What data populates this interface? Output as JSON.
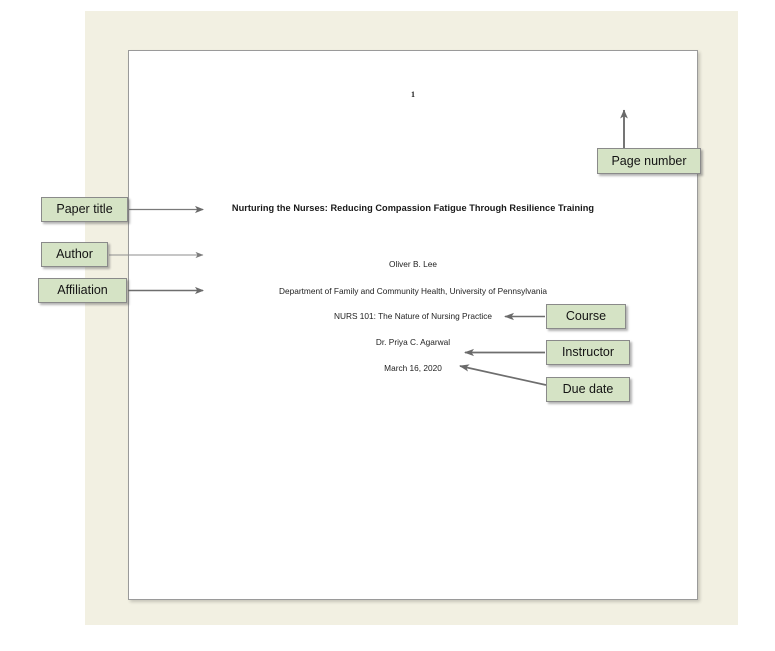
{
  "page": {
    "number": "1",
    "title": "Nurturing the Nurses: Reducing Compassion Fatigue Through Resilience Training",
    "author": "Oliver B. Lee",
    "affiliation": "Department of Family and Community Health, University of Pennsylvania",
    "course": "NURS 101: The Nature of Nursing Practice",
    "instructor": "Dr. Priya C. Agarwal",
    "due_date": "March 16, 2020"
  },
  "callouts": {
    "paper_title": "Paper title",
    "author": "Author",
    "affiliation": "Affiliation",
    "page_number": "Page number",
    "course": "Course",
    "instructor": "Instructor",
    "due_date": "Due date"
  },
  "colors": {
    "callout_fill": "#d5e3c5",
    "callout_border": "#8a8a8a",
    "backdrop": "#f2f0e2",
    "page_fill": "#ffffff",
    "page_border": "#9a9a9a",
    "arrow": "#6a6a6a",
    "text": "#191919"
  }
}
